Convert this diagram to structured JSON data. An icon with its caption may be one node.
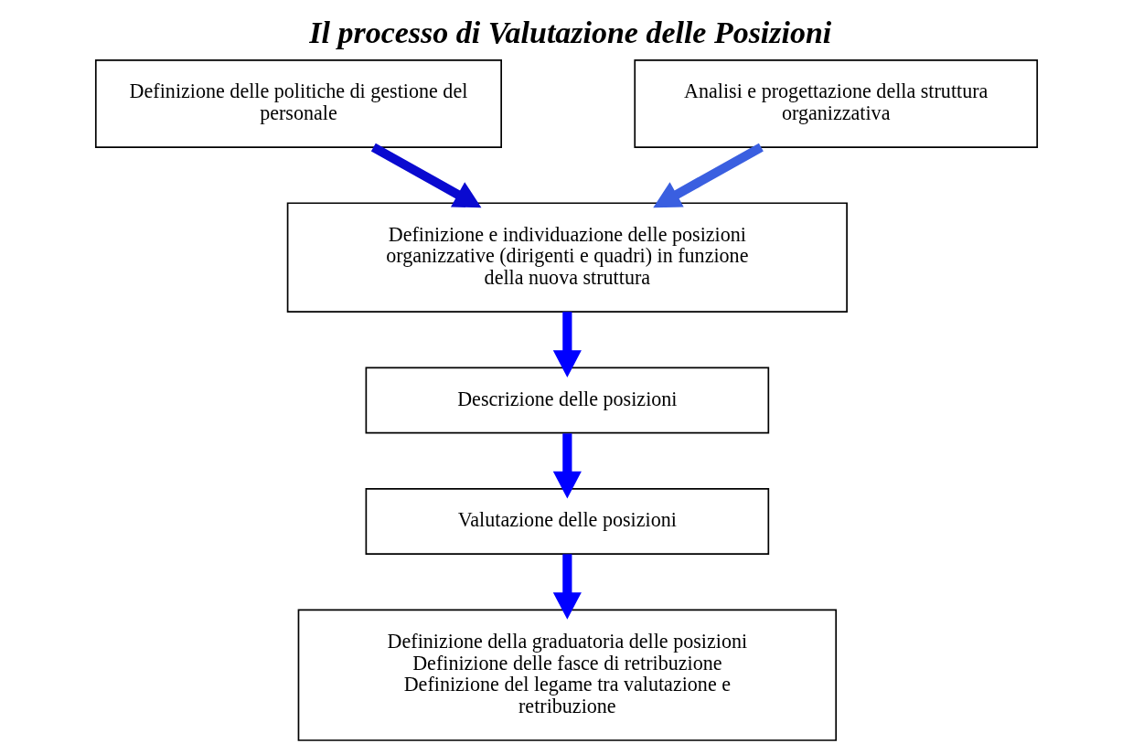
{
  "diagram": {
    "title": "Il processo di Valutazione delle Posizioni",
    "nodes": [
      {
        "text": [
          "Definizione delle politiche di gestione del personale"
        ]
      },
      {
        "text": [
          "Analisi e progettazione della struttura organizzativa"
        ]
      },
      {
        "text": [
          "Definizione e individuazione delle posizioni organizzative (dirigenti e quadri) in funzione della nuova struttura"
        ]
      },
      {
        "text": [
          "Descrizione delle posizioni"
        ]
      },
      {
        "text": [
          "Valutazione delle posizioni"
        ]
      },
      {
        "text": [
          "Definizione della graduatoria delle posizioni",
          "Definizione delle fasce di retribuzione",
          "Definizione del legame tra valutazione e retribuzione"
        ]
      }
    ],
    "edges": [
      {
        "from": 0,
        "to": 2,
        "arrow": "to",
        "color": "#0a0ad0"
      },
      {
        "from": 1,
        "to": 2,
        "arrow": "to",
        "color": "#3a5fe0"
      },
      {
        "from": 2,
        "to": 3,
        "arrow": "to"
      },
      {
        "from": 3,
        "to": 4,
        "arrow": "to"
      },
      {
        "from": 4,
        "to": 5,
        "arrow": "to"
      }
    ]
  }
}
